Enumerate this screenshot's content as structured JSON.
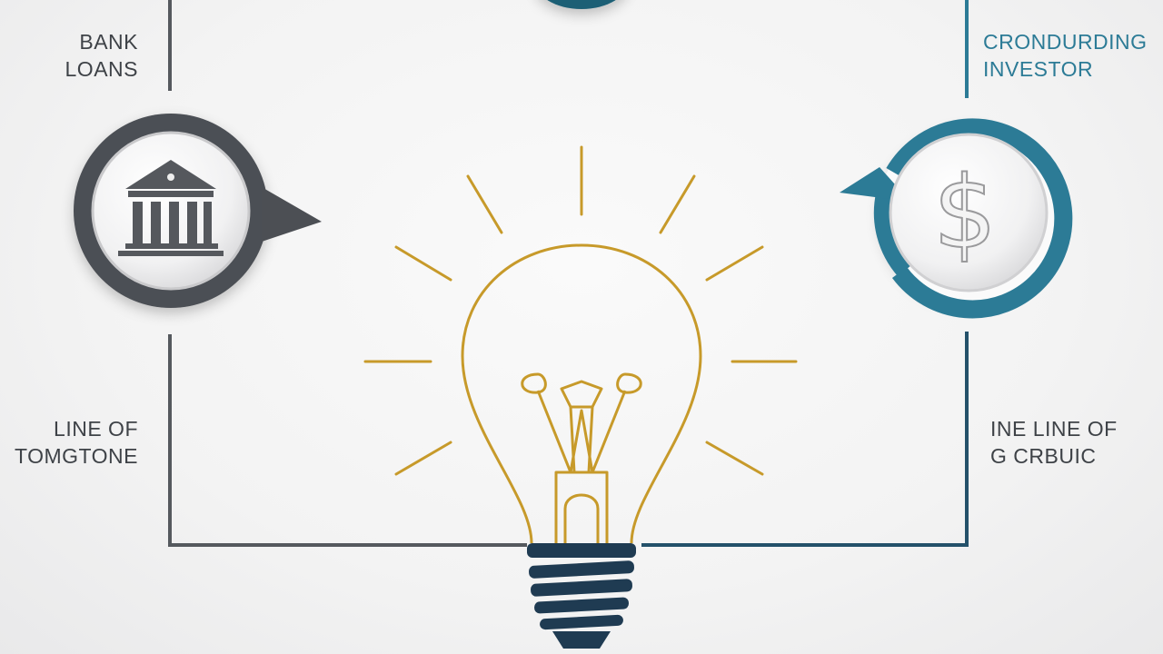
{
  "labels": {
    "top_left": [
      "BANK",
      "LOANS"
    ],
    "top_right": [
      "CRONDURDING",
      "INVESTOR"
    ],
    "bottom_left": [
      "LINE OF",
      "TOMGTONE"
    ],
    "bottom_right": [
      "INE LINE OF",
      "G CRBUIC"
    ]
  },
  "icons": {
    "left": "bank-building-icon",
    "right": "dollar-sign-icon",
    "center": "lightbulb-icon",
    "top": "partial-circle-icon"
  },
  "colors": {
    "gray": "#46494e",
    "teal": "#2c7b96",
    "gold": "#c79a2a",
    "bulb_base": "#1f3b52"
  }
}
